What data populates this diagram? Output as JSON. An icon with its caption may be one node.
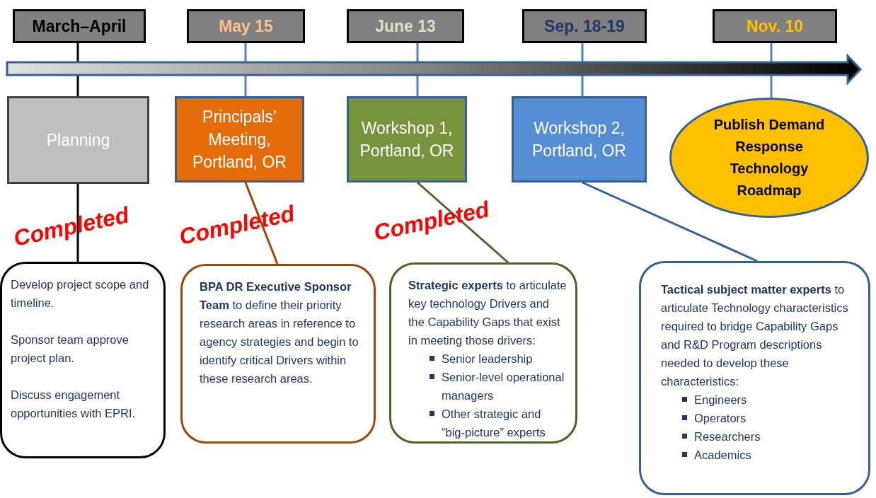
{
  "diagram": {
    "nodes": [
      {
        "text": [
          "March–April"
        ]
      },
      {
        "text": [
          "May 15"
        ]
      },
      {
        "text": [
          "June 13"
        ]
      },
      {
        "text": [
          "Sep. 18-19"
        ]
      },
      {
        "text": [
          "Nov. 10"
        ]
      },
      {
        "text": [
          "Planning"
        ]
      },
      {
        "text": [
          "Principals’ Meeting, Portland, OR"
        ]
      },
      {
        "text": [
          "Workshop 1, Portland, OR"
        ]
      },
      {
        "text": [
          "Workshop 2, Portland, OR"
        ]
      },
      {
        "text": [
          "Publish Demand Response Technology Roadmap"
        ]
      },
      {
        "text": [
          "Develop project scope and timeline.",
          "Sponsor team approve project plan.",
          "Discuss engagement opportunities with EPRI."
        ]
      },
      {
        "text": [
          "**BPA DR Executive Sponsor Team** to define their priority research areas in reference to agency strategies and begin to identify critical Drivers within these research areas."
        ]
      },
      {
        "text": [
          "**Strategic experts** to articulate key technology Drivers and the Capability Gaps that exist in meeting those drivers:",
          "Senior leadership",
          "Senior-level operational managers",
          "Other strategic and “big-picture” experts"
        ]
      },
      {
        "text": [
          "**Tactical subject matter experts** to articulate Technology characteristics required to bridge Capability Gaps and R&D Program descriptions needed to develop these characteristics:",
          "Engineers",
          "Operators",
          "Researchers",
          "Academics"
        ]
      },
      {
        "text": [],
        "shape": "arrow"
      }
    ],
    "edges": [
      {
        "from": 0,
        "to": 14,
        "arrow": "none",
        "color": "#000000"
      },
      {
        "from": 1,
        "to": 14,
        "arrow": "none"
      },
      {
        "from": 2,
        "to": 14,
        "arrow": "none"
      },
      {
        "from": 3,
        "to": 14,
        "arrow": "none"
      },
      {
        "from": 4,
        "to": 14,
        "arrow": "none"
      },
      {
        "from": 14,
        "to": 5,
        "arrow": "none",
        "color": "#000000"
      },
      {
        "from": 14,
        "to": 6,
        "arrow": "none"
      },
      {
        "from": 14,
        "to": 7,
        "arrow": "none"
      },
      {
        "from": 14,
        "to": 8,
        "arrow": "none"
      },
      {
        "from": 14,
        "to": 9,
        "arrow": "none"
      },
      {
        "from": 5,
        "to": 10,
        "arrow": "none",
        "color": "#000000"
      },
      {
        "from": 6,
        "to": 11,
        "arrow": "none",
        "color": "#984807"
      },
      {
        "from": 7,
        "to": 12,
        "arrow": "none",
        "color": "#4f6228"
      },
      {
        "from": 8,
        "to": 13,
        "arrow": "none",
        "color": "#376092"
      }
    ],
    "labels": [
      "Completed",
      "Completed",
      "Completed"
    ]
  }
}
